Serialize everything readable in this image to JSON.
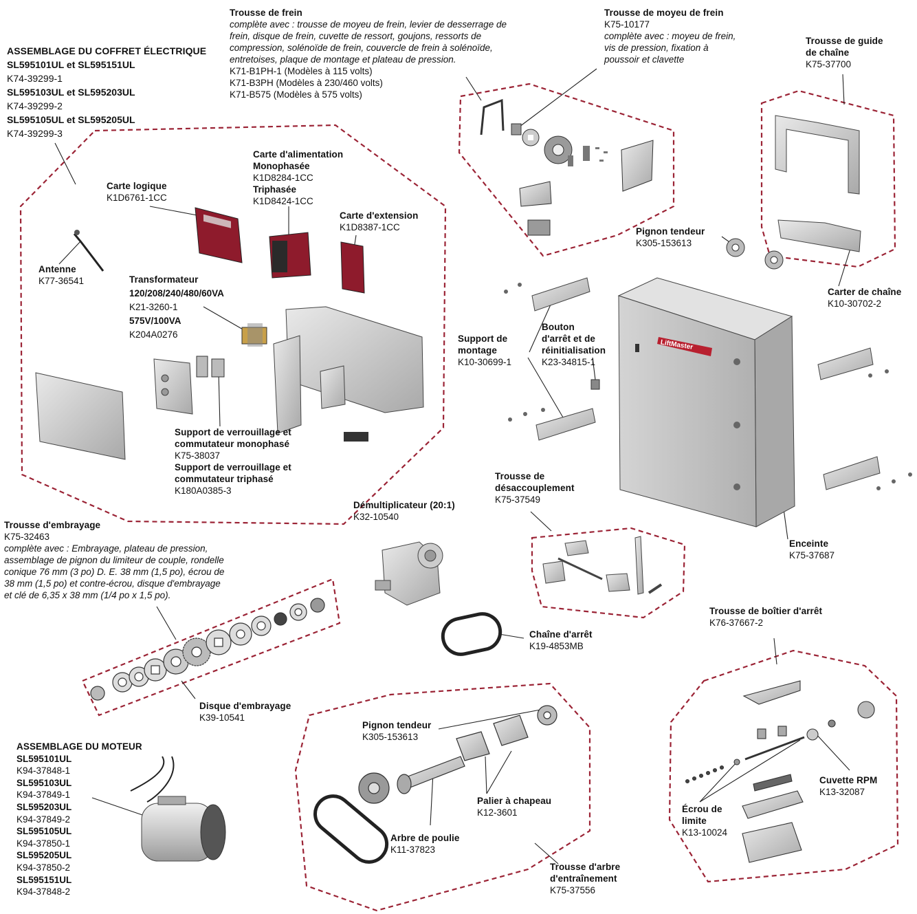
{
  "colors": {
    "group_outline": "#9b2335",
    "board_red": "#8e1b2c",
    "metal": "#c9c9c9",
    "line": "#222222",
    "brand_red": "#b8202f"
  },
  "labels": {
    "brake_kit": {
      "title": "Trousse de frein",
      "desc": [
        "complète avec : trousse de moyeu de frein, levier de desserrage de",
        "frein, disque de frein, cuvette de ressort, goujons, ressorts de",
        "compression, solénoïde de frein, couvercle de frein à solénoïde,",
        "entretoises, plaque de montage et plateau de pression."
      ],
      "codes": [
        "K71-B1PH-1 (Modèles à 115 volts)",
        "K71-B3PH (Modèles à 230/460 volts)",
        "K71-B575 (Modèles à 575 volts)"
      ]
    },
    "brake_hub_kit": {
      "title": "Trousse de moyeu de frein",
      "code": "K75-10177",
      "desc": [
        "complète avec : moyeu de frein,",
        "vis de pression, fixation à",
        "poussoir et clavette"
      ]
    },
    "chain_guide_kit": {
      "title_lines": [
        "Trousse de guide",
        "de chaîne"
      ],
      "code": "K75-37700"
    },
    "electrical_box": {
      "title": "ASSEMBLAGE DU COFFRET ÉLECTRIQUE",
      "models": [
        {
          "name": "SL595101UL et SL595151UL",
          "code": "K74-39299-1"
        },
        {
          "name": "SL595103UL et SL595203UL",
          "code": "K74-39299-2"
        },
        {
          "name": "SL595105UL et SL595205UL",
          "code": "K74-39299-3"
        }
      ]
    },
    "power_board": {
      "title": "Carte d'alimentation",
      "single": "Monophasée",
      "single_code": "K1D8284-1CC",
      "three": "Triphasée",
      "three_code": "K1D8424-1CC"
    },
    "logic_board": {
      "title": "Carte logique",
      "code": "K1D6761-1CC"
    },
    "expansion_board": {
      "title": "Carte d'extension",
      "code": "K1D8387-1CC"
    },
    "antenna": {
      "title": "Antenne",
      "code": "K77-36541"
    },
    "transformer": {
      "title": "Transformateur",
      "v1": "120/208/240/480/60VA",
      "c1": "K21-3260-1",
      "v2": "575V/100VA",
      "c2": "K204A0276"
    },
    "interlock": {
      "t1a": "Support de verrouillage et",
      "t1b": "commutateur monophasé",
      "c1": "K75-38037",
      "t2a": "Support de verrouillage et",
      "t2b": "commutateur triphasé",
      "c2": "K180A0385-3"
    },
    "idler_sprocket_top": {
      "title": "Pignon tendeur",
      "code": "K305-153613"
    },
    "chain_housing": {
      "title": "Carter de chaîne",
      "code": "K10-30702-2"
    },
    "mounting_bracket": {
      "t1": "Support de",
      "t2": "montage",
      "code": "K10-30699-1"
    },
    "stop_reset": {
      "t1": "Bouton",
      "t2": "d'arrêt et de",
      "t3": "réinitialisation",
      "code": "K23-34815-1"
    },
    "disconnect_kit": {
      "t1": "Trousse de",
      "t2": "désaccouplement",
      "code": "K75-37549"
    },
    "enclosure": {
      "title": "Enceinte",
      "code": "K75-37687",
      "brand": "LiftMaster"
    },
    "reducer": {
      "title": "Démultiplicateur (20:1)",
      "code": "K32-10540"
    },
    "clutch_kit": {
      "title": "Trousse d'embrayage",
      "code": "K75-32463",
      "desc": [
        "complète avec : Embrayage, plateau de pression,",
        "assemblage de pignon du limiteur de couple, rondelle",
        "conique 76 mm (3 po) D. E. 38 mm (1,5 po), écrou de",
        "38 mm (1,5 po) et contre-écrou, disque d'embrayage",
        "et clé de 6,35 x 38 mm (1/4 po x 1,5 po)."
      ]
    },
    "limit_chain": {
      "title": "Chaîne d'arrêt",
      "code": "K19-4853MB"
    },
    "limit_box_kit": {
      "title": "Trousse de boîtier d'arrêt",
      "code": "K76-37667-2"
    },
    "clutch_disc": {
      "title": "Disque d'embrayage",
      "code": "K39-10541"
    },
    "motor": {
      "title": "ASSEMBLAGE DU MOTEUR",
      "models": [
        {
          "name": "SL595101UL",
          "code": "K94-37848-1"
        },
        {
          "name": "SL595103UL",
          "code": "K94-37849-1"
        },
        {
          "name": "SL595203UL",
          "code": "K94-37849-2"
        },
        {
          "name": "SL595105UL",
          "code": "K94-37850-1"
        },
        {
          "name": "SL595205UL",
          "code": "K94-37850-2"
        },
        {
          "name": "SL595151UL",
          "code": "K94-37848-2"
        }
      ]
    },
    "idler_sprocket_bottom": {
      "title": "Pignon tendeur",
      "code": "K305-153613"
    },
    "pillow_block": {
      "title": "Palier à chapeau",
      "code": "K12-3601"
    },
    "pulley_shaft": {
      "title": "Arbre de poulie",
      "code": "K11-37823"
    },
    "drive_shaft_kit": {
      "t1": "Trousse d'arbre",
      "t2": "d'entraînement",
      "code": "K75-37556"
    },
    "rpm_cup": {
      "title": "Cuvette RPM",
      "code": "K13-32087"
    },
    "limit_nut": {
      "t1": "Écrou de",
      "t2": "limite",
      "code": "K13-10024"
    }
  }
}
